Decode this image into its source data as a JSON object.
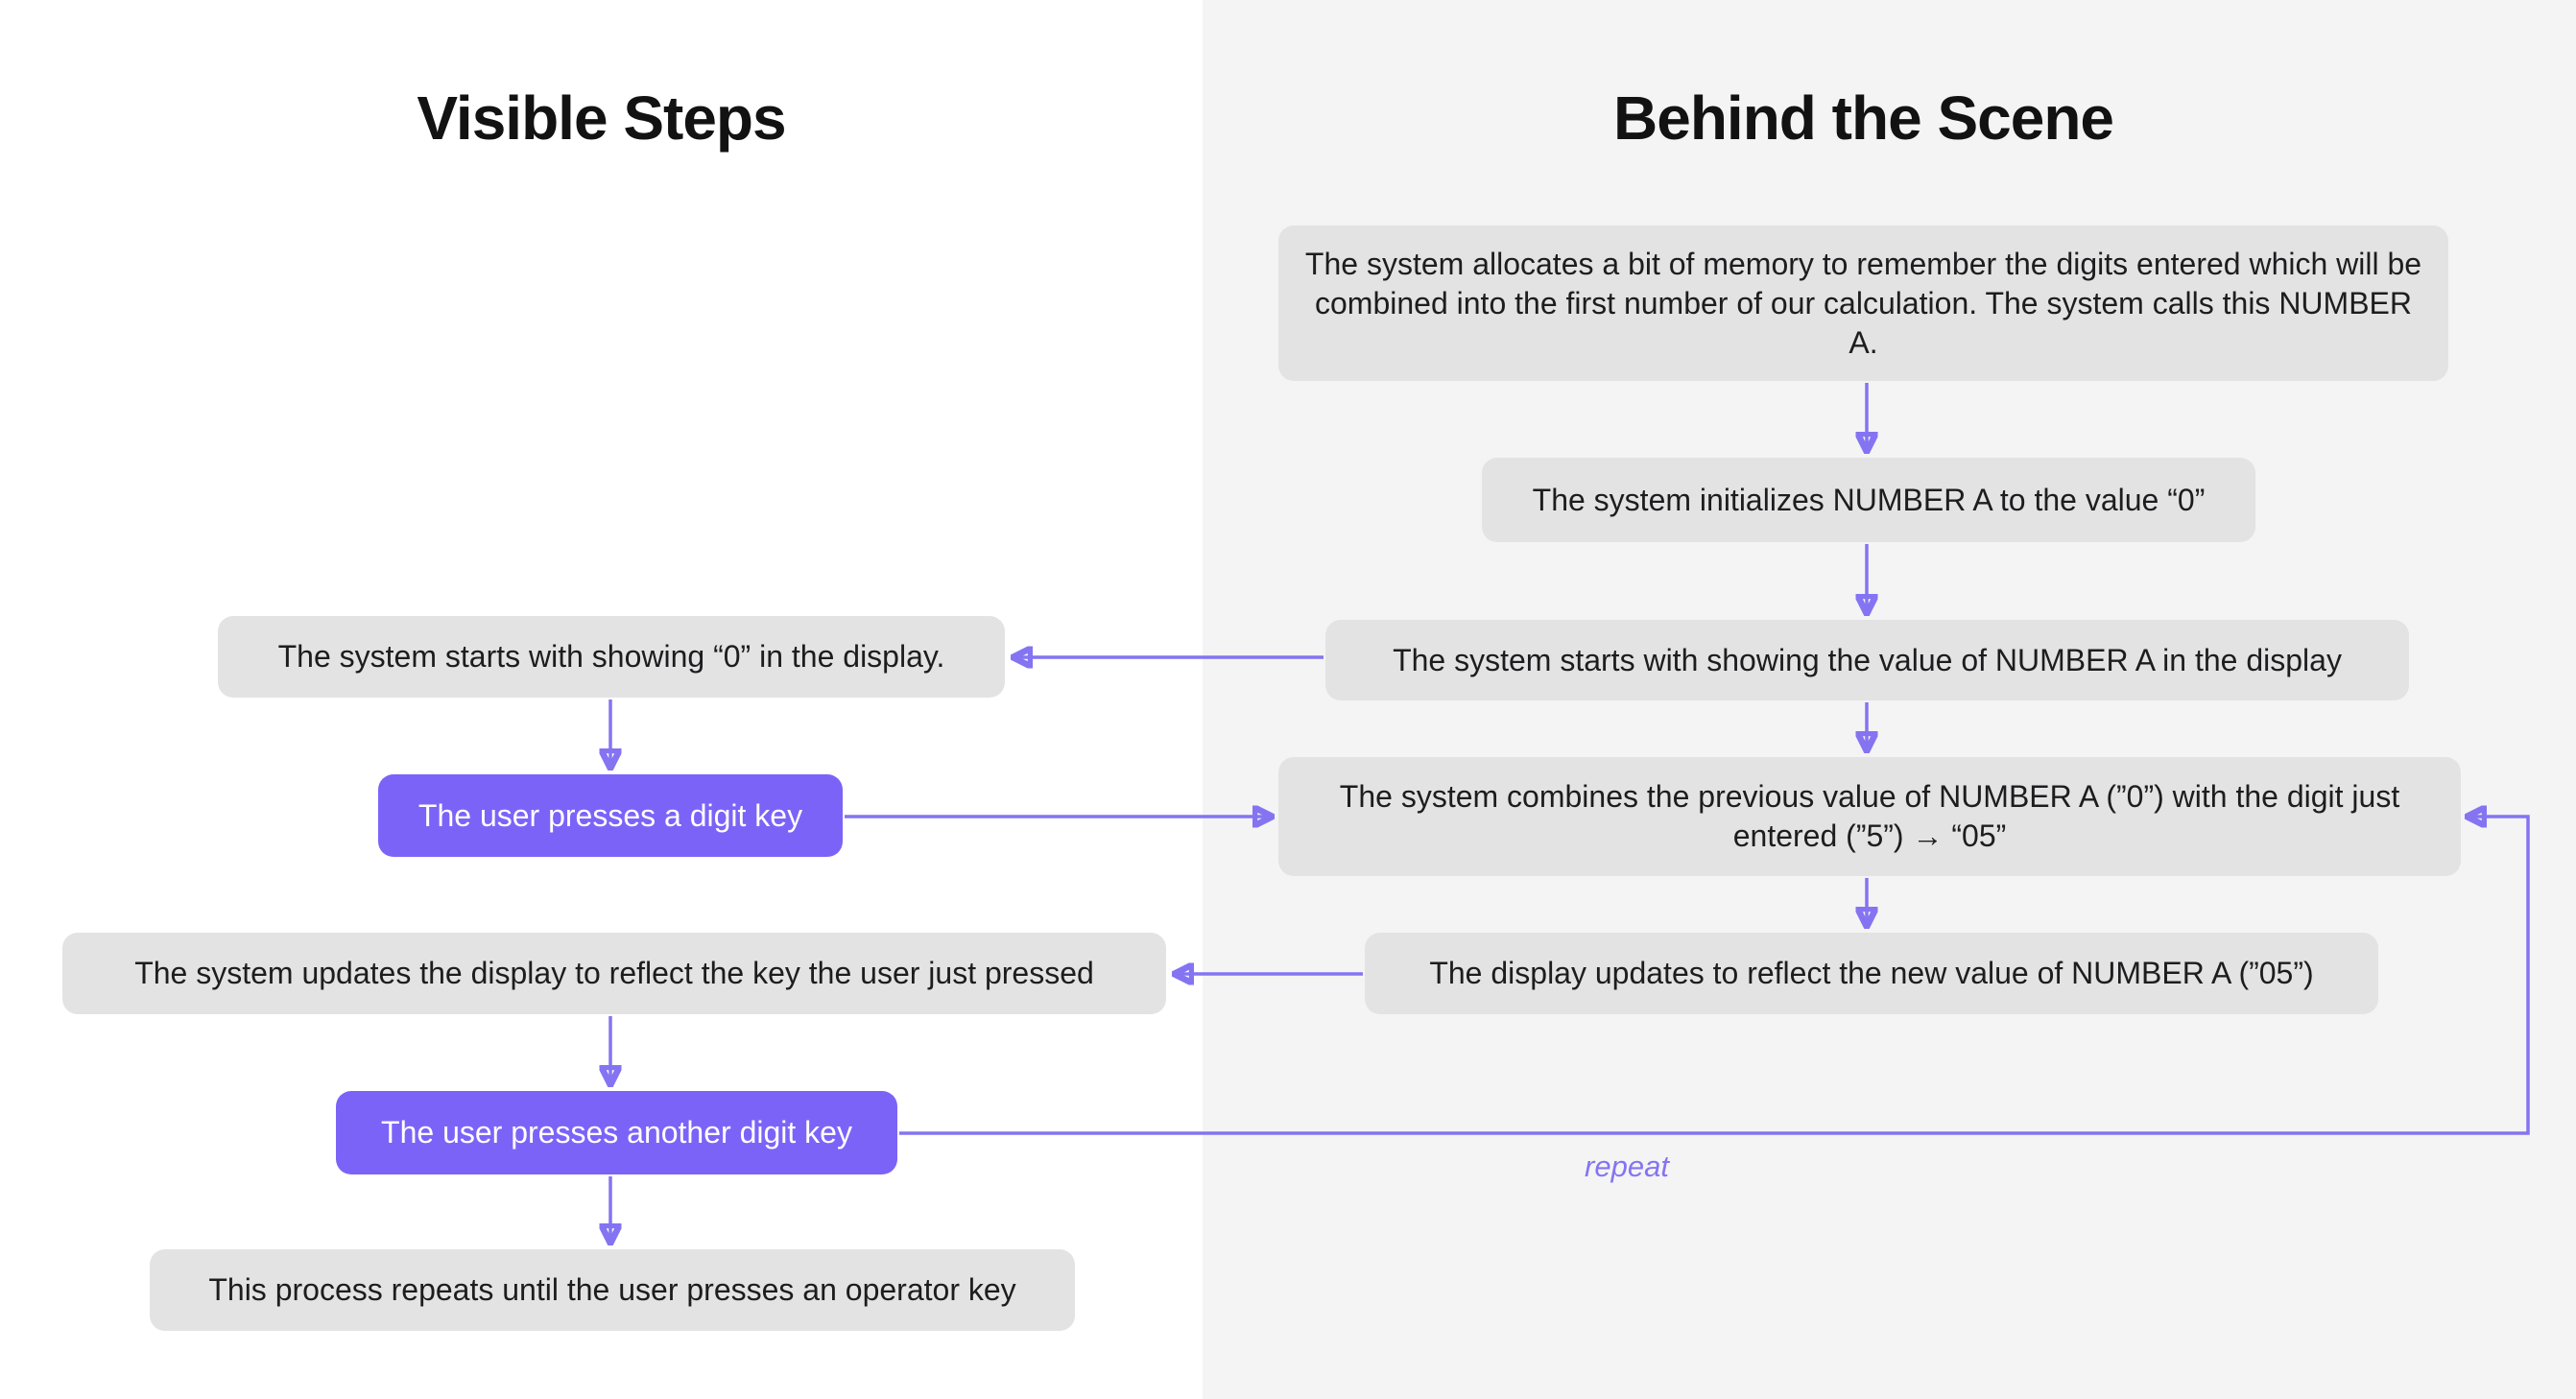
{
  "colors": {
    "accent_purple": "#7c63f8",
    "arrow_purple": "#8474f2",
    "node_gray": "#e3e3e3",
    "right_panel_bg": "#f4f4f5",
    "left_panel_bg": "#ffffff",
    "text_dark": "#1d1d1f",
    "text_light": "#ffffff"
  },
  "left_column": {
    "title": "Visible Steps",
    "nodes": [
      {
        "text": "The system starts with showing “0” in the display.",
        "variant": "gray"
      },
      {
        "text": "The user presses a digit key",
        "variant": "purple"
      },
      {
        "text": "The system updates the display to reflect the key the user just pressed",
        "variant": "gray"
      },
      {
        "text": "The user presses another digit key",
        "variant": "purple"
      },
      {
        "text": "This process repeats until the user presses an operator key",
        "variant": "gray"
      }
    ]
  },
  "right_column": {
    "title": "Behind the Scene",
    "nodes": [
      {
        "text": "The system allocates a bit of memory to remember the digits entered which will be combined into the first number of our calculation. The system calls this NUMBER A.",
        "variant": "gray"
      },
      {
        "text": "The system initializes NUMBER A to the value “0”",
        "variant": "gray"
      },
      {
        "text": "The system starts with showing the value of NUMBER A in the display",
        "variant": "gray"
      },
      {
        "text": "The system combines the previous value of NUMBER A (”0”) with the digit just entered (”5”) → “05”",
        "variant": "gray"
      },
      {
        "text": "The display updates to reflect the new value of NUMBER A (”05”)",
        "variant": "gray"
      }
    ]
  },
  "loop_label": "repeat"
}
